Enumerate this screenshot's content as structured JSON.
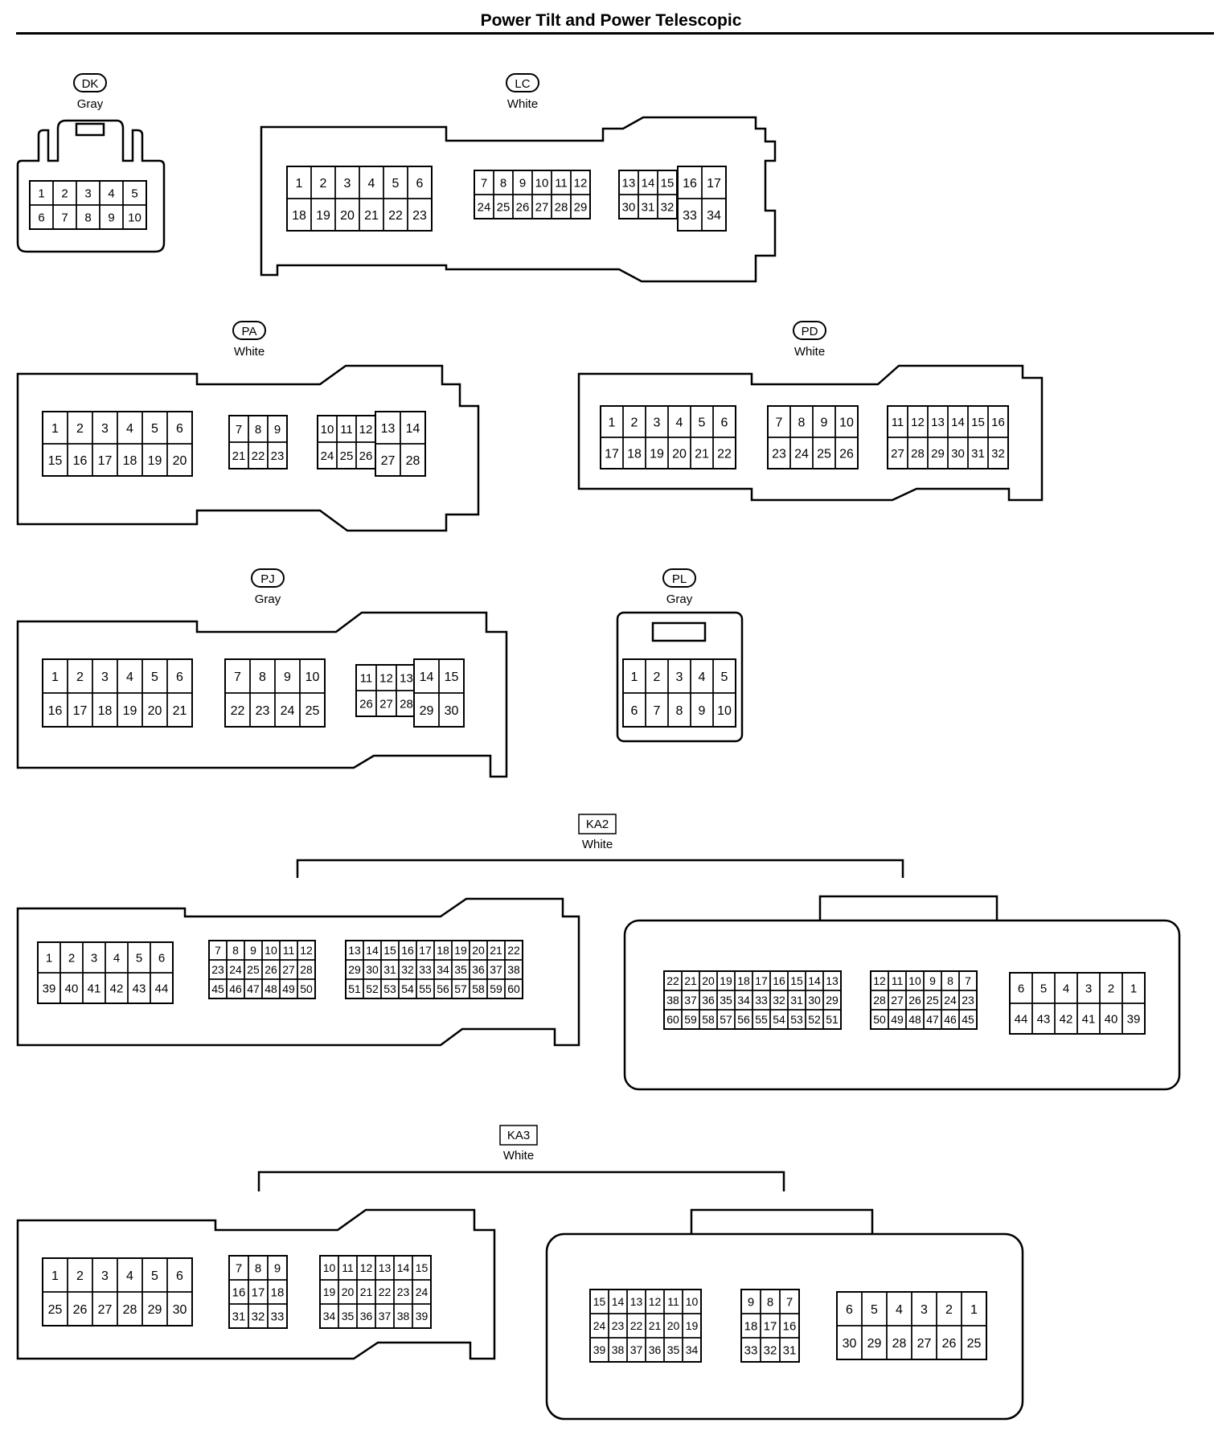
{
  "title": "Power Tilt and Power Telescopic",
  "connectors": [
    {
      "id": "DK",
      "color": "Gray",
      "boxed": false,
      "groups": [
        {
          "rows": [
            [
              "1",
              "2",
              "3",
              "4",
              "5"
            ],
            [
              "6",
              "7",
              "8",
              "9",
              "10"
            ]
          ]
        }
      ]
    },
    {
      "id": "LC",
      "color": "White",
      "boxed": false,
      "groups": [
        {
          "rows": [
            [
              "1",
              "2",
              "3",
              "4",
              "5",
              "6"
            ],
            [
              "18",
              "19",
              "20",
              "21",
              "22",
              "23"
            ]
          ]
        },
        {
          "rows": [
            [
              "7",
              "8",
              "9",
              "10",
              "11",
              "12"
            ],
            [
              "24",
              "25",
              "26",
              "27",
              "28",
              "29"
            ]
          ]
        },
        {
          "rows": [
            [
              "13",
              "14",
              "15"
            ],
            [
              "30",
              "31",
              "32"
            ]
          ]
        },
        {
          "rows": [
            [
              "16",
              "17"
            ],
            [
              "33",
              "34"
            ]
          ]
        }
      ]
    },
    {
      "id": "PA",
      "color": "White",
      "boxed": false,
      "groups": [
        {
          "rows": [
            [
              "1",
              "2",
              "3",
              "4",
              "5",
              "6"
            ],
            [
              "15",
              "16",
              "17",
              "18",
              "19",
              "20"
            ]
          ]
        },
        {
          "rows": [
            [
              "7",
              "8",
              "9"
            ],
            [
              "21",
              "22",
              "23"
            ]
          ]
        },
        {
          "rows": [
            [
              "10",
              "11",
              "12"
            ],
            [
              "24",
              "25",
              "26"
            ]
          ]
        },
        {
          "rows": [
            [
              "13",
              "14"
            ],
            [
              "27",
              "28"
            ]
          ]
        }
      ]
    },
    {
      "id": "PD",
      "color": "White",
      "boxed": false,
      "groups": [
        {
          "rows": [
            [
              "1",
              "2",
              "3",
              "4",
              "5",
              "6"
            ],
            [
              "17",
              "18",
              "19",
              "20",
              "21",
              "22"
            ]
          ]
        },
        {
          "rows": [
            [
              "7",
              "8",
              "9",
              "10"
            ],
            [
              "23",
              "24",
              "25",
              "26"
            ]
          ]
        },
        {
          "rows": [
            [
              "11",
              "12",
              "13",
              "14",
              "15",
              "16"
            ],
            [
              "27",
              "28",
              "29",
              "30",
              "31",
              "32"
            ]
          ]
        }
      ]
    },
    {
      "id": "PJ",
      "color": "Gray",
      "boxed": false,
      "groups": [
        {
          "rows": [
            [
              "1",
              "2",
              "3",
              "4",
              "5",
              "6"
            ],
            [
              "16",
              "17",
              "18",
              "19",
              "20",
              "21"
            ]
          ]
        },
        {
          "rows": [
            [
              "7",
              "8",
              "9",
              "10"
            ],
            [
              "22",
              "23",
              "24",
              "25"
            ]
          ]
        },
        {
          "rows": [
            [
              "11",
              "12",
              "13"
            ],
            [
              "26",
              "27",
              "28"
            ]
          ]
        },
        {
          "rows": [
            [
              "14",
              "15"
            ],
            [
              "29",
              "30"
            ]
          ]
        }
      ]
    },
    {
      "id": "PL",
      "color": "Gray",
      "boxed": false,
      "groups": [
        {
          "rows": [
            [
              "1",
              "2",
              "3",
              "4",
              "5"
            ],
            [
              "6",
              "7",
              "8",
              "9",
              "10"
            ]
          ]
        }
      ]
    },
    {
      "id": "KA2",
      "color": "White",
      "boxed": true,
      "views": [
        {
          "groups": [
            {
              "rows": [
                [
                  "1",
                  "2",
                  "3",
                  "4",
                  "5",
                  "6"
                ],
                [
                  "39",
                  "40",
                  "41",
                  "42",
                  "43",
                  "44"
                ]
              ]
            },
            {
              "rows": [
                [
                  "7",
                  "8",
                  "9",
                  "10",
                  "11",
                  "12"
                ],
                [
                  "23",
                  "24",
                  "25",
                  "26",
                  "27",
                  "28"
                ],
                [
                  "45",
                  "46",
                  "47",
                  "48",
                  "49",
                  "50"
                ]
              ]
            },
            {
              "rows": [
                [
                  "13",
                  "14",
                  "15",
                  "16",
                  "17",
                  "18",
                  "19",
                  "20",
                  "21",
                  "22"
                ],
                [
                  "29",
                  "30",
                  "31",
                  "32",
                  "33",
                  "34",
                  "35",
                  "36",
                  "37",
                  "38"
                ],
                [
                  "51",
                  "52",
                  "53",
                  "54",
                  "55",
                  "56",
                  "57",
                  "58",
                  "59",
                  "60"
                ]
              ]
            }
          ]
        },
        {
          "groups": [
            {
              "rows": [
                [
                  "22",
                  "21",
                  "20",
                  "19",
                  "18",
                  "17",
                  "16",
                  "15",
                  "14",
                  "13"
                ],
                [
                  "38",
                  "37",
                  "36",
                  "35",
                  "34",
                  "33",
                  "32",
                  "31",
                  "30",
                  "29"
                ],
                [
                  "60",
                  "59",
                  "58",
                  "57",
                  "56",
                  "55",
                  "54",
                  "53",
                  "52",
                  "51"
                ]
              ]
            },
            {
              "rows": [
                [
                  "12",
                  "11",
                  "10",
                  "9",
                  "8",
                  "7"
                ],
                [
                  "28",
                  "27",
                  "26",
                  "25",
                  "24",
                  "23"
                ],
                [
                  "50",
                  "49",
                  "48",
                  "47",
                  "46",
                  "45"
                ]
              ]
            },
            {
              "rows": [
                [
                  "6",
                  "5",
                  "4",
                  "3",
                  "2",
                  "1"
                ],
                [
                  "44",
                  "43",
                  "42",
                  "41",
                  "40",
                  "39"
                ]
              ]
            }
          ]
        }
      ]
    },
    {
      "id": "KA3",
      "color": "White",
      "boxed": true,
      "views": [
        {
          "groups": [
            {
              "rows": [
                [
                  "1",
                  "2",
                  "3",
                  "4",
                  "5",
                  "6"
                ],
                [
                  "25",
                  "26",
                  "27",
                  "28",
                  "29",
                  "30"
                ]
              ]
            },
            {
              "rows": [
                [
                  "7",
                  "8",
                  "9"
                ],
                [
                  "16",
                  "17",
                  "18"
                ],
                [
                  "31",
                  "32",
                  "33"
                ]
              ]
            },
            {
              "rows": [
                [
                  "10",
                  "11",
                  "12",
                  "13",
                  "14",
                  "15"
                ],
                [
                  "19",
                  "20",
                  "21",
                  "22",
                  "23",
                  "24"
                ],
                [
                  "34",
                  "35",
                  "36",
                  "37",
                  "38",
                  "39"
                ]
              ]
            }
          ]
        },
        {
          "groups": [
            {
              "rows": [
                [
                  "15",
                  "14",
                  "13",
                  "12",
                  "11",
                  "10"
                ],
                [
                  "24",
                  "23",
                  "22",
                  "21",
                  "20",
                  "19"
                ],
                [
                  "39",
                  "38",
                  "37",
                  "36",
                  "35",
                  "34"
                ]
              ]
            },
            {
              "rows": [
                [
                  "9",
                  "8",
                  "7"
                ],
                [
                  "18",
                  "17",
                  "16"
                ],
                [
                  "33",
                  "32",
                  "31"
                ]
              ]
            },
            {
              "rows": [
                [
                  "6",
                  "5",
                  "4",
                  "3",
                  "2",
                  "1"
                ],
                [
                  "30",
                  "29",
                  "28",
                  "27",
                  "26",
                  "25"
                ]
              ]
            }
          ]
        }
      ]
    }
  ]
}
